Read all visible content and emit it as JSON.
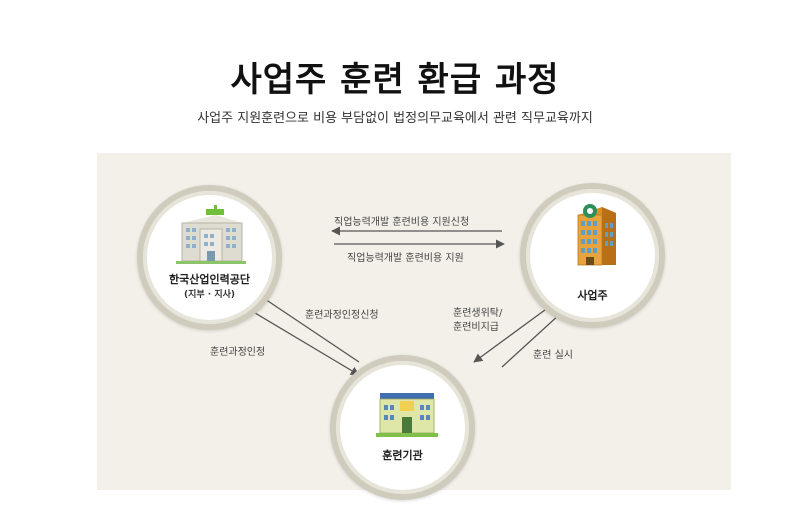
{
  "header": {
    "title": "사업주 훈련 환급 과정",
    "subtitle": "사업주 지원훈련으로 비용 부담없이 법정의무교육에서 관련 직무교육까지"
  },
  "nodes": {
    "agency": {
      "label": "한국산업인력공단",
      "sub": "(지부 · 지사)"
    },
    "employer": {
      "label": "사업주"
    },
    "institute": {
      "label": "훈련기관"
    }
  },
  "flows": {
    "employer_to_agency": "직업능력개발 훈련비용 지원신청",
    "agency_to_employer": "직업능력개발 훈련비용 지원",
    "institute_to_agency": "훈련과정인정신청",
    "agency_to_institute": "훈련과정인정",
    "employer_to_institute_line1": "훈련생위탁/",
    "employer_to_institute_line2": "훈련비지급",
    "institute_to_employer": "훈련 실시"
  },
  "colors": {
    "panel": "#f2f0e8",
    "ring": "#cfcbbd",
    "arrow": "#555555"
  }
}
